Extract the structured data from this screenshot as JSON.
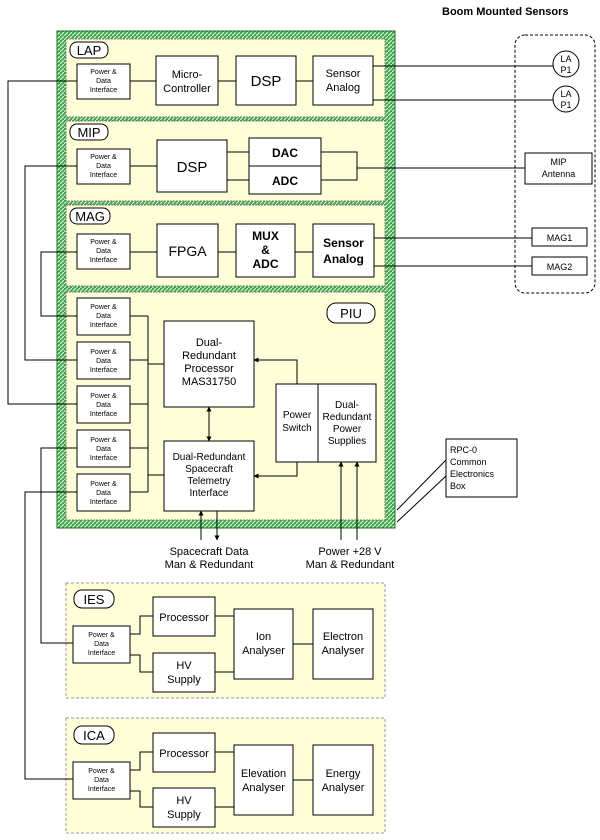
{
  "colors": {
    "module_fill": "#fefed8",
    "hatch_green": "#4caf50",
    "line": "#000000",
    "box_fill": "#ffffff"
  },
  "boom": {
    "title": "Boom Mounted Sensors",
    "lap1": [
      "LA",
      "P1"
    ],
    "lap2": [
      "LA",
      "P1"
    ],
    "mip_antenna": [
      "MIP",
      "Antenna"
    ],
    "mag1": "MAG1",
    "mag2": "MAG2"
  },
  "pdi": [
    "Power &",
    "Data",
    "Interface"
  ],
  "lap": {
    "tag": "LAP",
    "micro": [
      "Micro-",
      "Controller"
    ],
    "dsp": "DSP",
    "sensor": [
      "Sensor",
      "Analog"
    ]
  },
  "mip": {
    "tag": "MIP",
    "dsp": "DSP",
    "dac": "DAC",
    "adc": "ADC"
  },
  "mag": {
    "tag": "MAG",
    "fpga": "FPGA",
    "mux": [
      "MUX",
      "&",
      "ADC"
    ],
    "sensor": [
      "Sensor",
      "Analog"
    ]
  },
  "piu": {
    "tag": "PIU",
    "processor": [
      "Dual-",
      "Redundant",
      "Processor",
      "MAS31750"
    ],
    "power_switch": [
      "Power",
      "Switch"
    ],
    "power_supplies": [
      "Dual-",
      "Redundant",
      "Power",
      "Supplies"
    ],
    "telemetry": [
      "Dual-Redundant",
      "Spacecraft",
      "Telemetry",
      "Interface"
    ]
  },
  "callout": [
    "RPC-0",
    "Common",
    "Electronics",
    "Box"
  ],
  "labels": {
    "sc_data": [
      "Spacecraft Data",
      "Man & Redundant"
    ],
    "power": [
      "Power +28 V",
      "Man & Redundant"
    ]
  },
  "ies": {
    "tag": "IES",
    "processor": "Processor",
    "hv": [
      "HV",
      "Supply"
    ],
    "ion": [
      "Ion",
      "Analyser"
    ],
    "electron": [
      "Electron",
      "Analyser"
    ]
  },
  "ica": {
    "tag": "ICA",
    "processor": "Processor",
    "hv": [
      "HV",
      "Supply"
    ],
    "elevation": [
      "Elevation",
      "Analyser"
    ],
    "energy": [
      "Energy",
      "Analyser"
    ]
  }
}
